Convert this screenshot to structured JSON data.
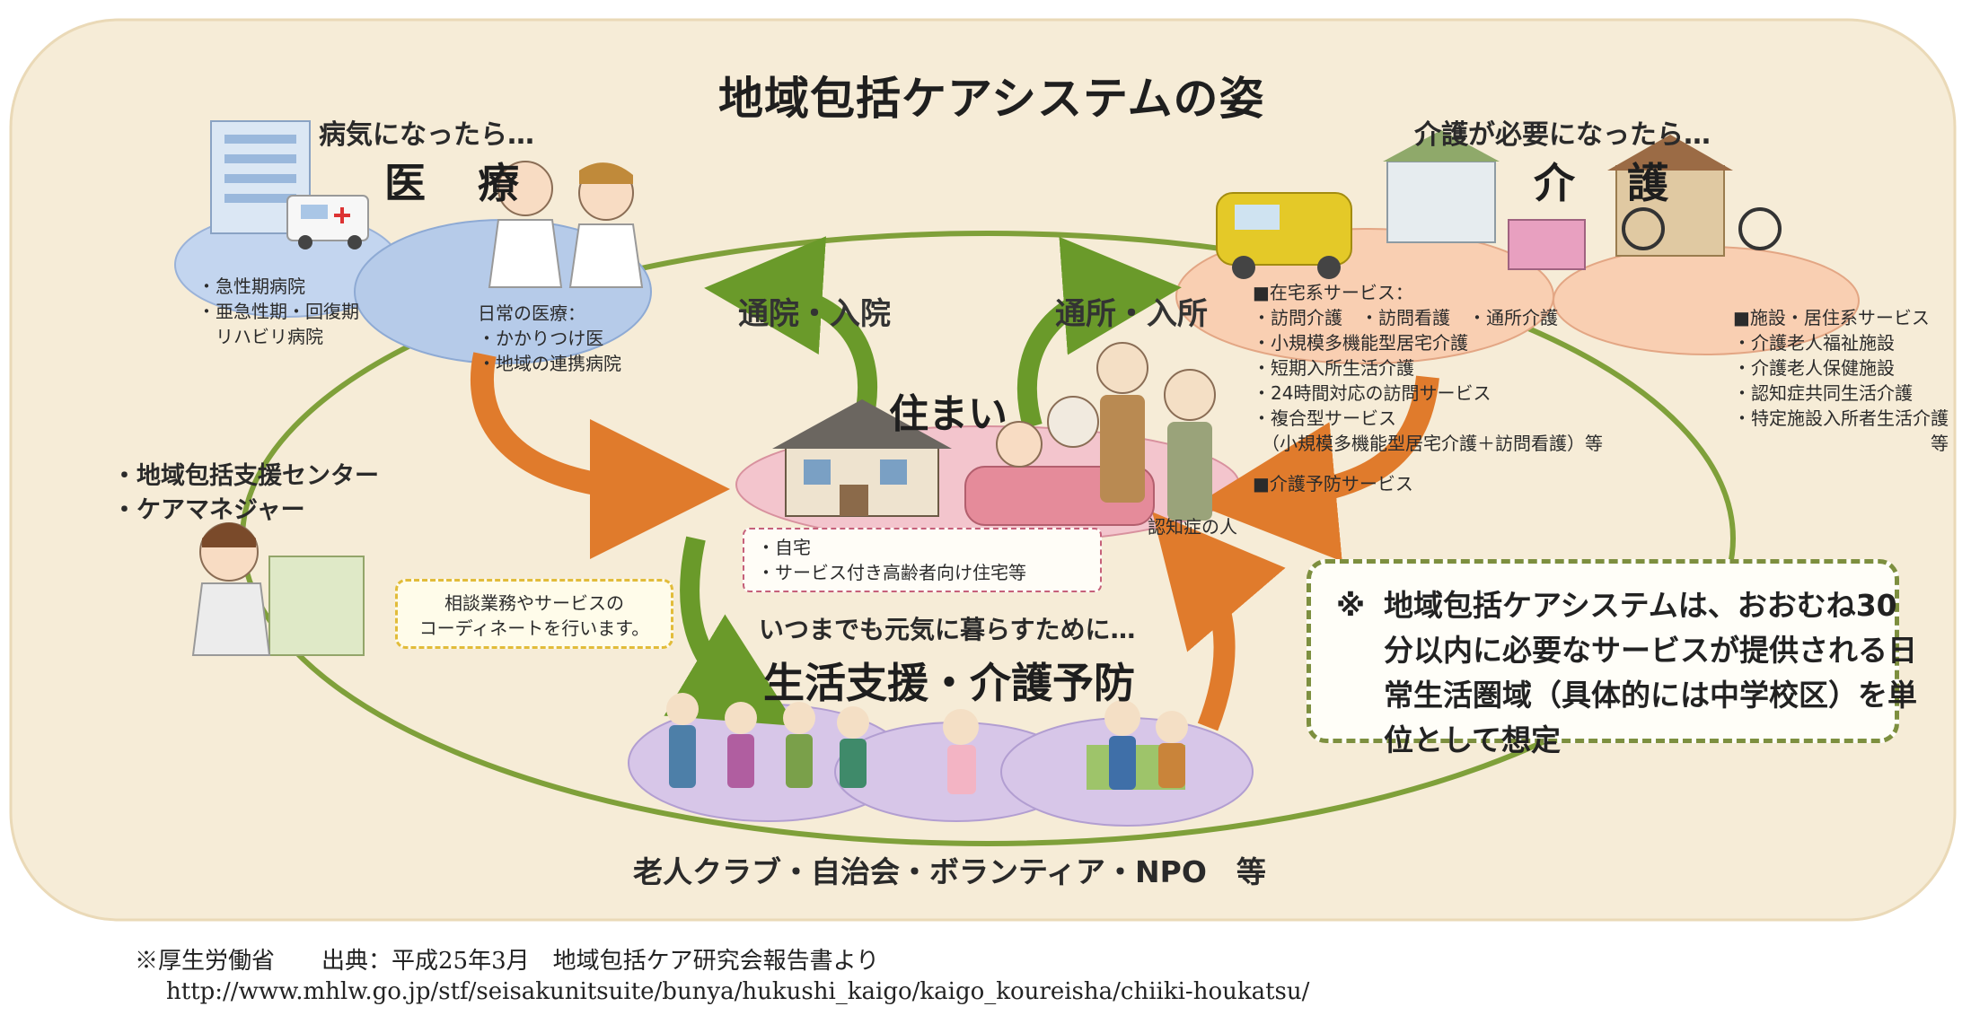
{
  "title": "地域包括ケアシステムの姿",
  "medical": {
    "trigger": "病気になったら…",
    "heading": "医　療",
    "hospital_items": [
      "・急性期病院",
      "・亜急性期・回復期",
      "　リハビリ病院"
    ],
    "daily_title": "日常の医療：",
    "daily_items": [
      "・かかりつけ医",
      "・地域の連携病院"
    ]
  },
  "care": {
    "trigger": "介護が必要になったら…",
    "heading": "介　護",
    "home_services_title": "■在宅系サービス：",
    "home_services": [
      "・訪問介護　・訪問看護　・通所介護",
      "・小規模多機能型居宅介護",
      "・短期入所生活介護",
      "・24時間対応の訪問サービス",
      "・複合型サービス",
      "　（小規模多機能型居宅介護＋訪問看護）等"
    ],
    "prevention_service": "■介護予防サービス",
    "facility_title": "■施設・居住系サービス",
    "facility_items": [
      "・介護老人福祉施設",
      "・介護老人保健施設",
      "・認知症共同生活介護",
      "・特定施設入所者生活介護"
    ],
    "facility_suffix": "等"
  },
  "home": {
    "heading": "住まい",
    "items": [
      "・自宅",
      "・サービス付き高齢者向け住宅等"
    ],
    "dementia_label": "認知症の人"
  },
  "arrows": {
    "hospital_visit": "通院・入院",
    "care_visit": "通所・入所"
  },
  "support_center": {
    "items": [
      "・地域包括支援センター",
      "・ケアマネジャー"
    ],
    "bubble": [
      "相談業務やサービスの",
      "コーディネートを行います。"
    ]
  },
  "living_support": {
    "trigger": "いつまでも元気に暮らすために…",
    "heading": "生活支援・介護予防",
    "groups": "老人クラブ・自治会・ボランティア・NPO　等"
  },
  "note": {
    "mark": "※",
    "lines": [
      "地域包括ケアシステムは、おおむね30",
      "分以内に必要なサービスが提供される日",
      "常生活圏域（具体的には中学校区）を単",
      "位として想定"
    ]
  },
  "footer": {
    "source": "※厚生労働省　　出典：平成25年3月　地域包括ケア研究会報告書より",
    "url": "http://www.mhlw.go.jp/stf/seisakunitsuite/bunya/hukushi_kaigo/kaigo_koureisha/chiiki-houkatsu/"
  },
  "colors": {
    "panel_bg": "#f6ecd7",
    "loop_line": "#7fa03a",
    "orange_arrow": "#e07b2c",
    "green_arrow": "#6a9a2a",
    "medical_blob": "#b8cdea",
    "care_blob": "#f7c6a6",
    "home_blob": "#f2bfc8",
    "living_blob": "#d7c6e8"
  }
}
